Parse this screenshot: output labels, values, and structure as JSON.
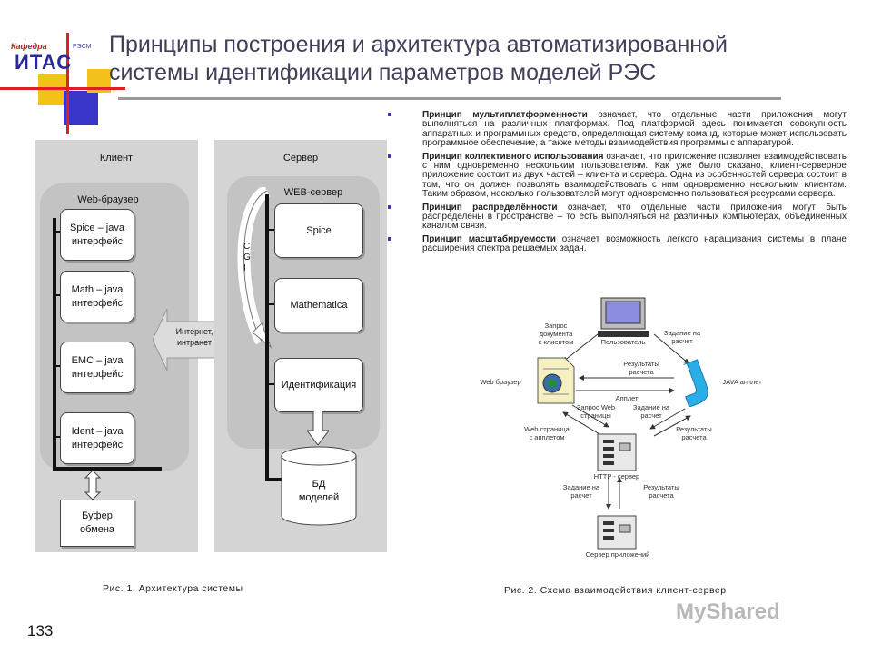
{
  "logo": {
    "dept": "Кафедра",
    "mark": "ИТАС",
    "small": "РЭСМ"
  },
  "title": "Принципы построения и архитектура автоматизированной системы идентификации параметров моделей РЭС",
  "architecture": {
    "client_header": "Клиент",
    "server_header": "Сервер",
    "browser_label": "Web-браузер",
    "web_server_label": "WEB-сервер",
    "cgi_label": "C\nG\nI",
    "client_boxes": [
      "Spice – java\nинтерфейс",
      "Math – java\nинтерфейс",
      "EMC – java\nинтерфейс",
      "Ident – java\nинтерфейс"
    ],
    "buffer_box": "Буфер\nобмена",
    "network_label": "Интернет,\nинтранет",
    "server_boxes": [
      "Spice",
      "Mathematica",
      "Идентификация"
    ],
    "db_label": "БД\nмоделей"
  },
  "bullets": [
    {
      "term": "Принцип мультиплатформенности",
      "text": " означает, что отдельные части приложения могут выполняться на различных платформах. Под платформой здесь понимается совокупность аппаратных и программных средств, определяющая систему команд, которые может использовать программное обеспечение, а также методы взаимодействия программы с аппаратурой."
    },
    {
      "term": "Принцип коллективного использования",
      "text": " означает, что приложение позволяет взаимодействовать с ним одновременно нескольким пользователям. Как уже было сказано, клиент-серверное приложение состоит из двух частей – клиента и сервера. Одна из особенностей сервера состоит в том, что он должен позволять взаимодействовать с ним одновременно нескольким клиентам. Таким образом, несколько пользователей могут одновременно пользоваться ресурсами сервера."
    },
    {
      "term": "Принцип распределённости",
      "text": " означает, что отдельные части приложения могут быть распределены в пространстве – то есть выполняться на различных компьютерах, объединённых каналом связи."
    },
    {
      "term": "Принцип масштабируемости",
      "text": " означает возможность легкого наращивания системы в плане расширения спектра решаемых задач."
    }
  ],
  "scheme": {
    "user": "Пользователь",
    "doc_request": "Запрос\nдокумента\nс клиентом",
    "task_calc_top": "Задание на\nрасчет",
    "web_browser": "Web браузер",
    "calc_results_mid": "Результаты\nрасчета",
    "java_applet": "JAVA апплет",
    "applet": "Апплет",
    "web_page_request": "Запрос Web\nстраницы",
    "task_calc_mid": "Задание на\nрасчет",
    "web_page_applet": "Web страница\nс апплетом",
    "calc_results_right": "Результаты\nрасчета",
    "http_server": "HTTP - сервер",
    "task_calc_bottom": "Задание на\nрасчет",
    "calc_results_bottom": "Результаты\nрасчета",
    "app_server": "Сервер приложений"
  },
  "captions": {
    "fig1": "Рис. 1. Архитектура системы",
    "fig2": "Рис. 2. Схема взаимодействия клиент-сервер"
  },
  "page_number": "133",
  "watermark": "MyShared",
  "colors": {
    "accent_blue": "#3a35c9",
    "accent_yellow": "#f2c21b",
    "accent_red": "#e02020",
    "panel_gray": "#d4d4d4"
  }
}
